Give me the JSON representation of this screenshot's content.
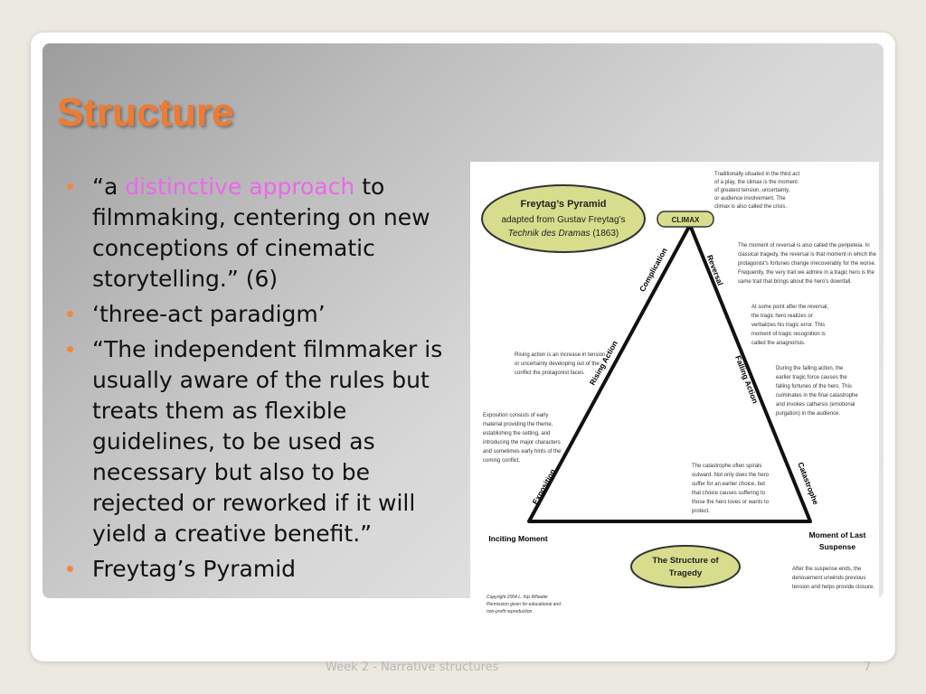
{
  "slide": {
    "title": "Structure",
    "bullets": [
      {
        "pre": "“a ",
        "highlight": "distinctive approach",
        "post": " to filmmaking, centering on new conceptions of cinematic storytelling.” (6)"
      },
      {
        "text": "‘three-act paradigm’"
      },
      {
        "text": "“The independent filmmaker is usually aware of the rules but treats them as flexible guidelines, to be used as necessary but also to be rejected or reworked if it will yield a creative benefit.”"
      },
      {
        "text": "Freytag’s Pyramid"
      }
    ],
    "highlight_color": "#ee66ee",
    "accent_color": "#ee7b31",
    "footer": "Week 2 - Narrative structures",
    "page_number": "7"
  },
  "diagram": {
    "badge": {
      "title": "Freytag’s Pyramid",
      "line2": "adapted from Gustav Freytag’s",
      "line3_italic": "Technik des Dramas",
      "line3_rest": " (1863)"
    },
    "climax_label": "CLIMAX",
    "structure_badge": [
      "The Structure of",
      "Tragedy"
    ],
    "edge_labels": {
      "complication": "Complication",
      "rising_action": "Rising Action",
      "exposition": "Exposition",
      "reversal": "Reversal",
      "falling_action": "Falling Action",
      "catastrophe": "Catastrophe"
    },
    "inciting_moment": "Inciting Moment",
    "moment_of_last_suspense": [
      "Moment of Last",
      "Suspense"
    ],
    "notes": {
      "climax": [
        "Traditionally situated in the third act",
        "of a play, the climax is the moment",
        "of greatest tension, uncertainty,",
        "or audience involvement. The",
        "climax is also called the crisis."
      ],
      "reversal": [
        "The moment of reversal is also called the peripeteia. In",
        "classical tragedy, the reversal is that moment in which the",
        "protagonist's fortunes change irrecoverably for the worse.",
        "Frequently, the very trait we admire in a tragic hero is the",
        "same trait that brings about the hero's downfall."
      ],
      "recognition": [
        "At some point after the reversal,",
        "the tragic hero realizes or",
        "verbalizes his tragic error. This",
        "moment of tragic recognition is",
        "called the anagnorisis."
      ],
      "falling": [
        "During the falling action, the",
        "earlier tragic force causes the",
        "falling fortunes of the hero. This",
        "culminates in the final catastrophe",
        "and invokes catharsis (emotional",
        "purgation) in the audience."
      ],
      "rising": [
        "Rising action is an increase in tension",
        "or uncertainty developing out of the",
        "conflict the protagonist faces."
      ],
      "exposition": [
        "Exposition consists of early",
        "material providing the theme,",
        "establishing the setting, and",
        "introducing the major characters",
        "and sometimes early hints of the",
        "coming conflict."
      ],
      "catastrophe": [
        "The catastrophe often spirals",
        "outward. Not only does the hero",
        "suffer for an earlier choice, but",
        "that choice causes suffering to",
        "those the hero loves or wants to",
        "protect."
      ],
      "denouement": [
        "After the suspense ends, the",
        "denouement unwinds previous",
        "tension and helps provide closure."
      ],
      "copyright": [
        "Copyright 2004 L. Kip Wheeler",
        "Permission given for educational and",
        "non-profit reproduction."
      ]
    }
  }
}
